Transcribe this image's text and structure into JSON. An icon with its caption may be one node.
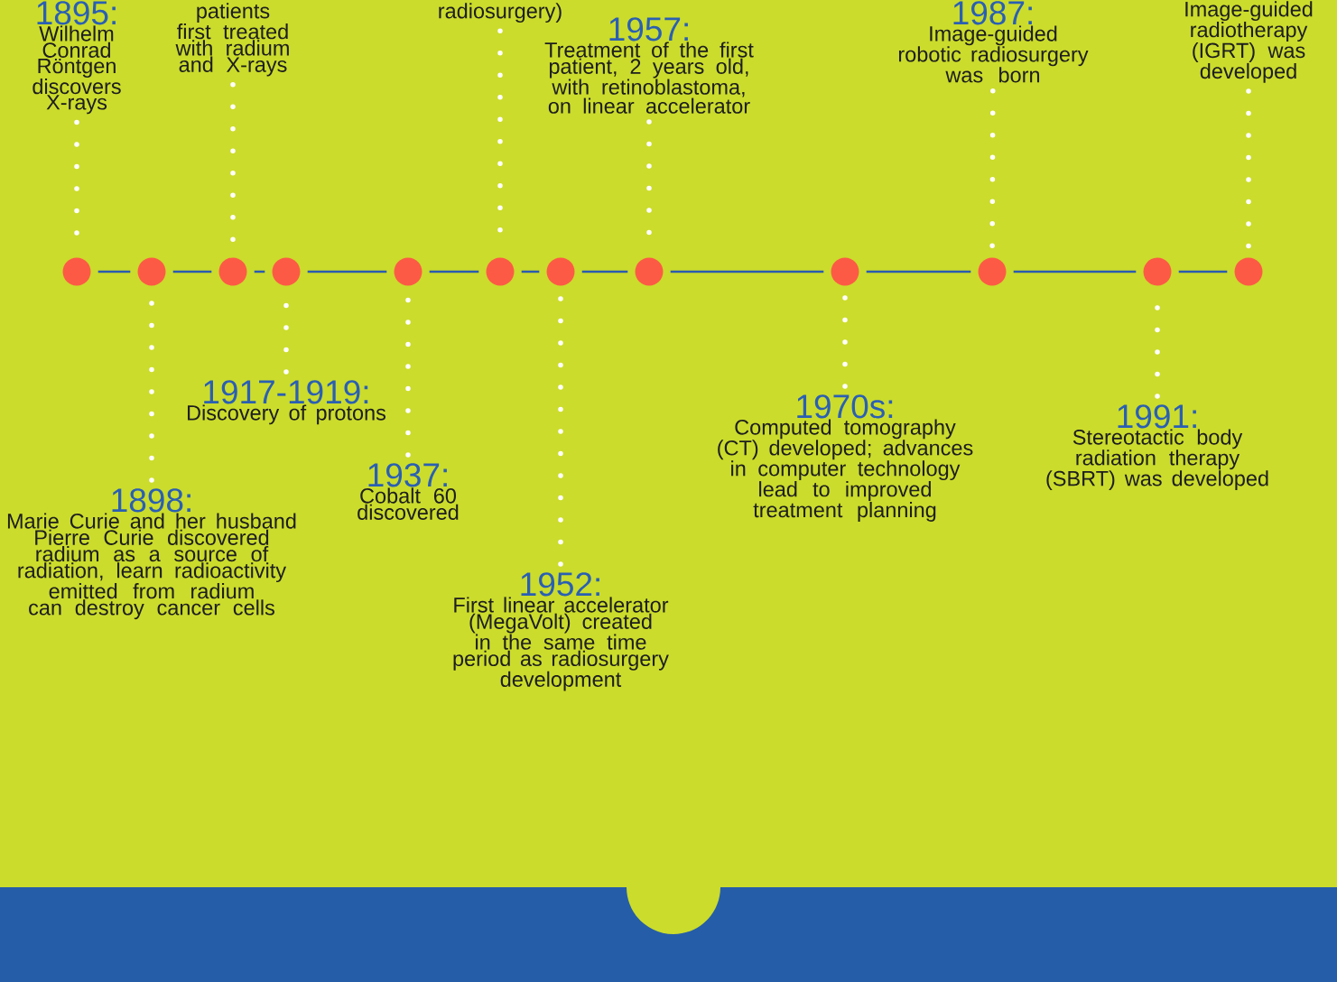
{
  "diagram": {
    "nodes": [
      {
        "text": [
          "1895:",
          "Wilhelm Conrad Röntgen discovers X-rays"
        ]
      },
      {
        "text": [
          "1898:",
          "Marie Curie and her husband Pierre Curie discovered radium as a source of radiation, learn radioactivity emitted from radium can destroy cancer cells"
        ]
      },
      {
        "text": [
          "patients first treated with radium and X-rays"
        ]
      },
      {
        "text": [
          "1917-1919:",
          "Discovery of protons"
        ]
      },
      {
        "text": [
          "1937:",
          "Cobalt 60 discovered"
        ]
      },
      {
        "text": [
          "radiosurgery)"
        ]
      },
      {
        "text": [
          "1952:",
          "First linear accelerator (MegaVolt) created in the same time period as radiosurgery development"
        ]
      },
      {
        "text": [
          "1957:",
          "Treatment of the first patient, 2 years old, with retinoblastoma, on linear accelerator"
        ]
      },
      {
        "text": [
          "1970s:",
          "Computed tomography (CT) developed; advances in computer technology lead to improved treatment planning"
        ]
      },
      {
        "text": [
          "1987:",
          "Image-guided robotic radiosurgery was born"
        ]
      },
      {
        "text": [
          "1991:",
          "Stereotactic body radiation therapy (SBRT) was developed"
        ]
      },
      {
        "text": [
          "Image-guided radiotherapy (IGRT) was developed"
        ]
      },
      {
        "text": [],
        "shape": "circle"
      },
      {
        "text": [],
        "shape": "circle"
      },
      {
        "text": [],
        "shape": "circle"
      },
      {
        "text": [],
        "shape": "circle"
      },
      {
        "text": [],
        "shape": "circle"
      },
      {
        "text": [],
        "shape": "circle"
      },
      {
        "text": [],
        "shape": "circle"
      },
      {
        "text": [],
        "shape": "circle"
      },
      {
        "text": [],
        "shape": "circle"
      },
      {
        "text": [],
        "shape": "circle"
      },
      {
        "text": [],
        "shape": "circle"
      },
      {
        "text": [],
        "shape": "circle"
      }
    ],
    "edges": [
      {
        "from": 0,
        "to": 12,
        "arrow": "none",
        "style": "dashed",
        "color": "#ffffff"
      },
      {
        "from": 1,
        "to": 13,
        "arrow": "none",
        "style": "dashed",
        "color": "#ffffff"
      },
      {
        "from": 2,
        "to": 14,
        "arrow": "none",
        "style": "dashed",
        "color": "#ffffff"
      },
      {
        "from": 3,
        "to": 15,
        "arrow": "none",
        "style": "dashed",
        "color": "#ffffff"
      },
      {
        "from": 4,
        "to": 16,
        "arrow": "none",
        "style": "dashed",
        "color": "#ffffff"
      },
      {
        "from": 5,
        "to": 17,
        "arrow": "none",
        "style": "dashed",
        "color": "#ffffff"
      },
      {
        "from": 6,
        "to": 18,
        "arrow": "none",
        "style": "dashed",
        "color": "#ffffff"
      },
      {
        "from": 7,
        "to": 19,
        "arrow": "none",
        "style": "dashed",
        "color": "#ffffff"
      },
      {
        "from": 8,
        "to": 20,
        "arrow": "none",
        "style": "dashed",
        "color": "#ffffff"
      },
      {
        "from": 9,
        "to": 21,
        "arrow": "none",
        "style": "dashed",
        "color": "#ffffff"
      },
      {
        "from": 10,
        "to": 22,
        "arrow": "none",
        "style": "dashed",
        "color": "#ffffff"
      },
      {
        "from": 11,
        "to": 23,
        "arrow": "none",
        "style": "dashed",
        "color": "#ffffff"
      },
      {
        "from": 12,
        "to": 13,
        "arrow": "none",
        "color": "#2c5bb0"
      },
      {
        "from": 13,
        "to": 14,
        "arrow": "none",
        "color": "#2c5bb0"
      },
      {
        "from": 14,
        "to": 15,
        "arrow": "none",
        "color": "#2c5bb0"
      },
      {
        "from": 15,
        "to": 16,
        "arrow": "none",
        "color": "#2c5bb0"
      },
      {
        "from": 16,
        "to": 17,
        "arrow": "none",
        "color": "#2c5bb0"
      },
      {
        "from": 17,
        "to": 18,
        "arrow": "none",
        "color": "#2c5bb0"
      },
      {
        "from": 18,
        "to": 19,
        "arrow": "none",
        "color": "#2c5bb0"
      },
      {
        "from": 19,
        "to": 20,
        "arrow": "none",
        "color": "#2c5bb0"
      },
      {
        "from": 20,
        "to": 21,
        "arrow": "none",
        "color": "#2c5bb0"
      },
      {
        "from": 21,
        "to": 22,
        "arrow": "none",
        "color": "#2c5bb0"
      },
      {
        "from": 22,
        "to": 23,
        "arrow": "none",
        "color": "#2c5bb0"
      }
    ]
  }
}
